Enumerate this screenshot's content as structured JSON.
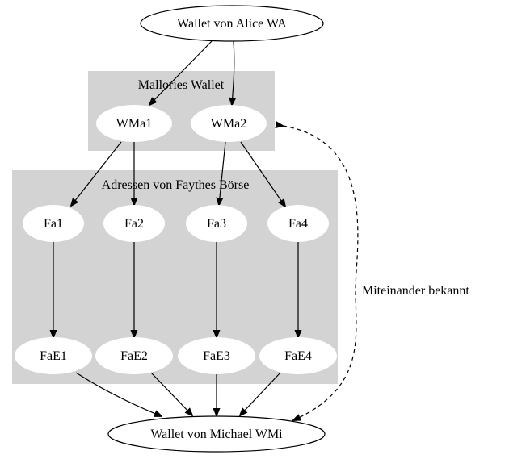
{
  "clusters": {
    "mallory": {
      "label": "Mallories Wallet"
    },
    "faythe": {
      "label": "Adressen von Faythes Börse"
    }
  },
  "nodes": {
    "alice": {
      "label": "Wallet von Alice WA"
    },
    "wma1": {
      "label": "WMa1"
    },
    "wma2": {
      "label": "WMa2"
    },
    "fa1": {
      "label": "Fa1"
    },
    "fa2": {
      "label": "Fa2"
    },
    "fa3": {
      "label": "Fa3"
    },
    "fa4": {
      "label": "Fa4"
    },
    "fae1": {
      "label": "FaE1"
    },
    "fae2": {
      "label": "FaE2"
    },
    "fae3": {
      "label": "FaE3"
    },
    "fae4": {
      "label": "FaE4"
    },
    "michael": {
      "label": "Wallet von Michael WMi"
    }
  },
  "edges": {
    "acquainted": {
      "label": "Miteinander bekannt"
    }
  }
}
